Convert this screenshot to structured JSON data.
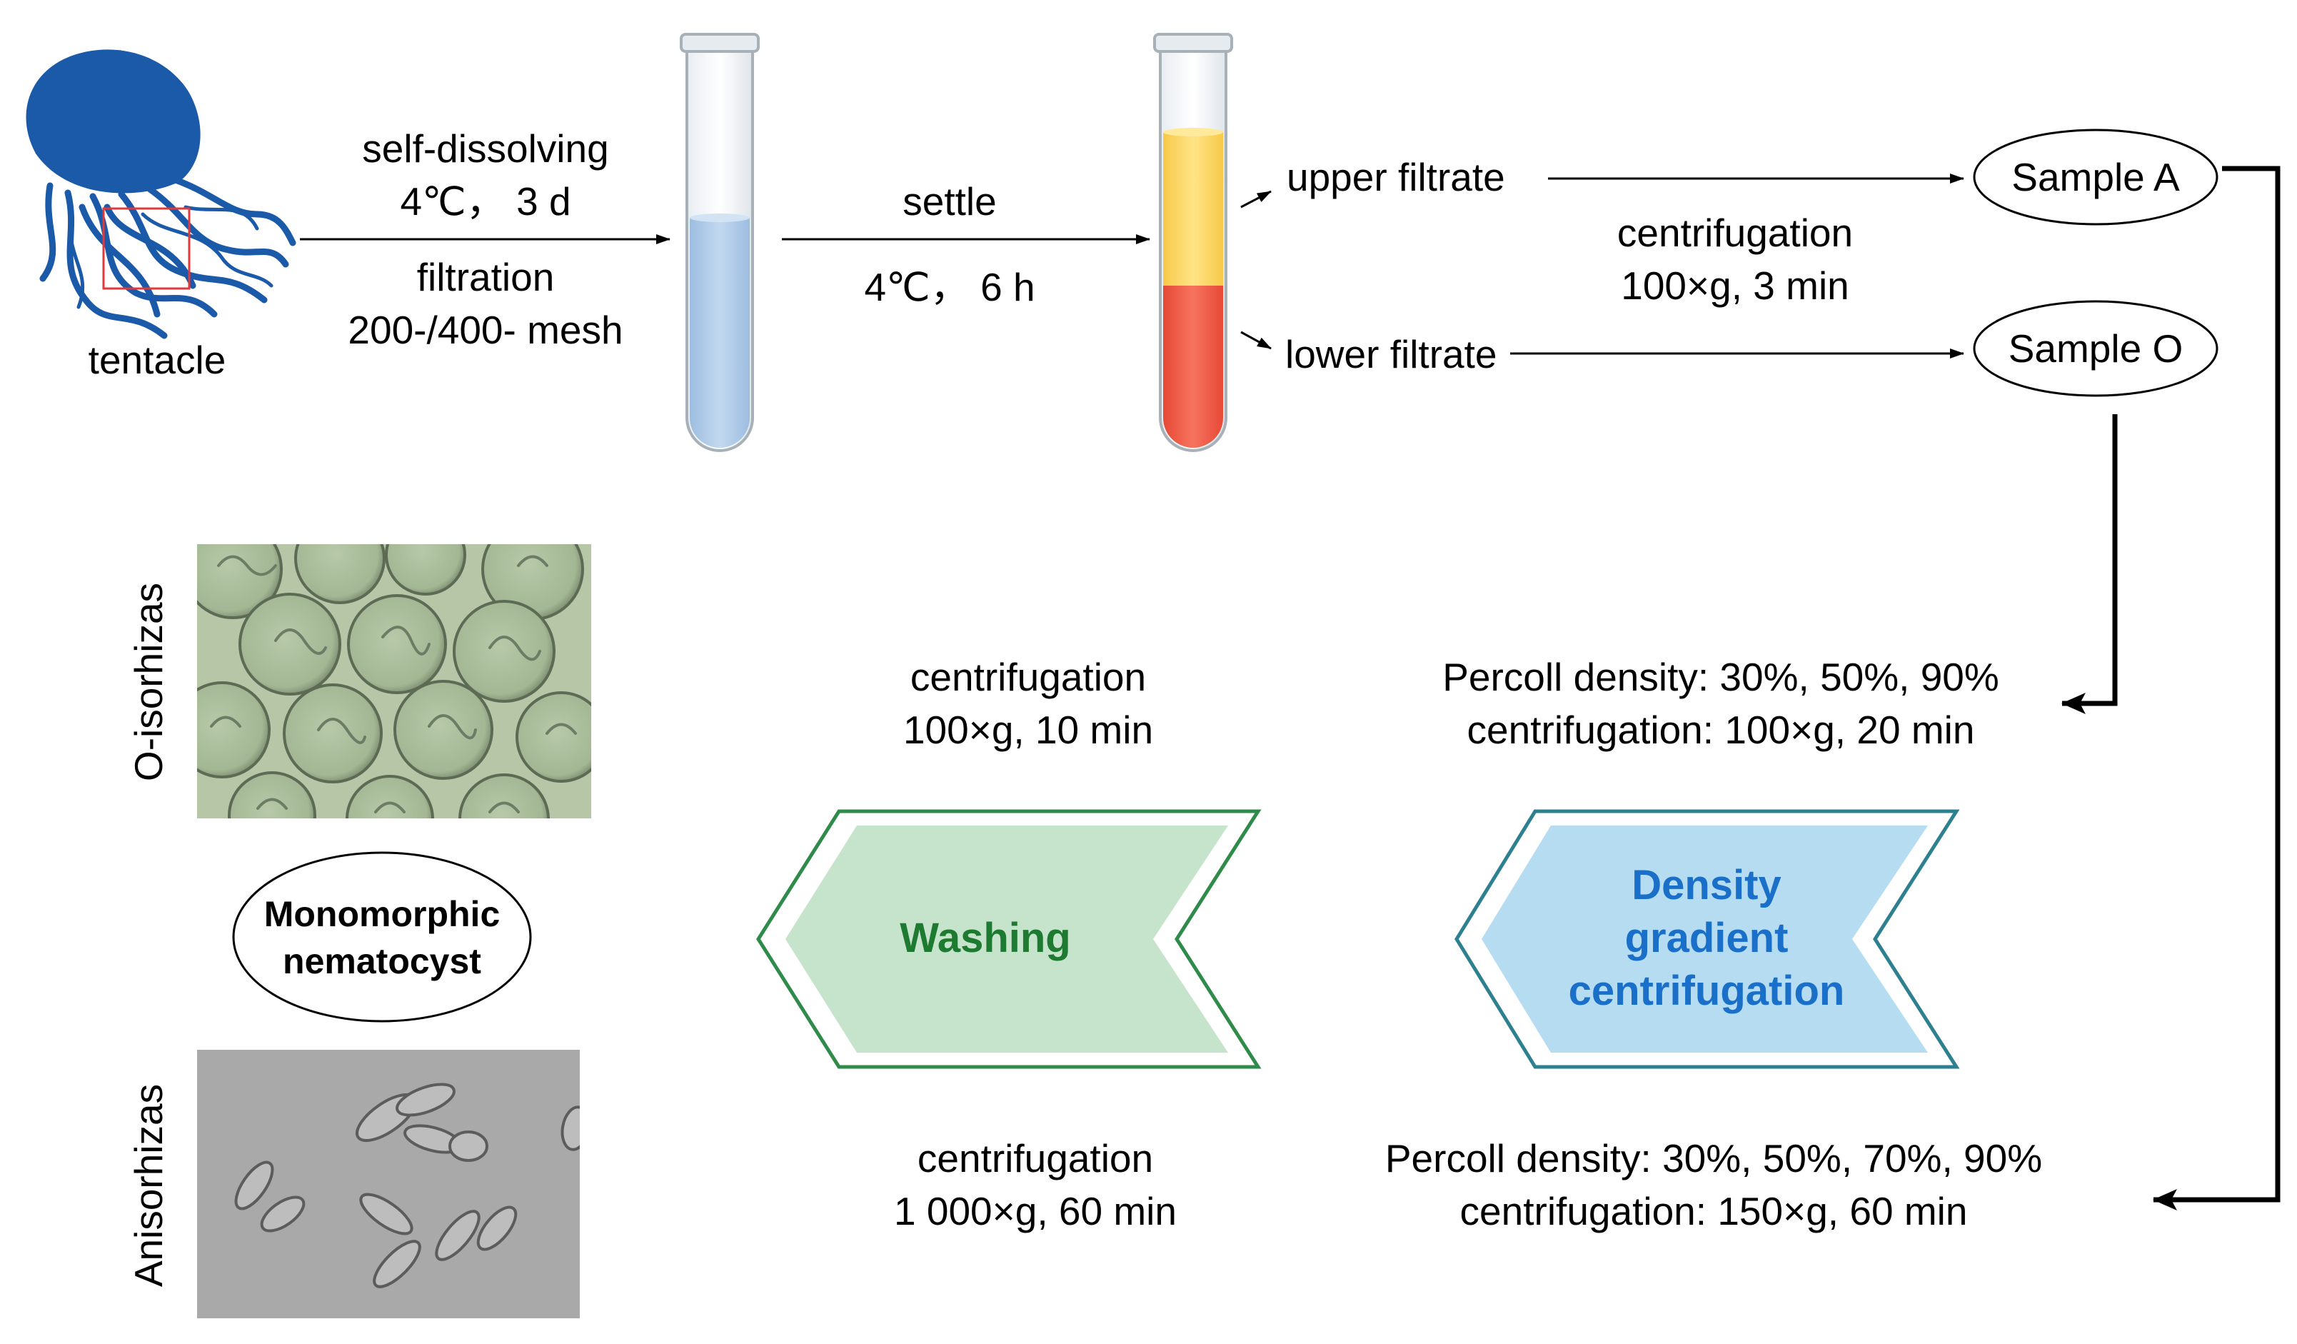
{
  "labels": {
    "tentacle": "tentacle",
    "step1_top_1": "self-dissolving",
    "step1_top_2": "4℃， 3 d",
    "step1_bot_1": "filtration",
    "step1_bot_2": "200-/400- mesh",
    "step2_top": "settle",
    "step2_bot": "4℃， 6 h",
    "upper_filtrate": "upper filtrate",
    "lower_filtrate": "lower filtrate",
    "split_cond_1": "centrifugation",
    "split_cond_2": "100×g, 3 min",
    "sample_a": "Sample A",
    "sample_o": "Sample O",
    "percoll_o_1": "Percoll density: 30%, 50%, 90%",
    "percoll_o_2": "centrifugation: 100×g, 20 min",
    "percoll_a_1": "Percoll density: 30%, 50%, 70%, 90%",
    "percoll_a_2": "centrifugation: 150×g, 60 min",
    "wash_o_1": "centrifugation",
    "wash_o_2": "100×g, 10 min",
    "wash_a_1": "centrifugation",
    "wash_a_2": "1 000×g, 60 min",
    "washing": "Washing",
    "density_1": "Density",
    "density_2": "gradient",
    "density_3": "centrifugation",
    "monomorphic_1": "Monomorphic",
    "monomorphic_2": "nematocyst",
    "o_isorhizas": "O-isorhizas",
    "anisorhizas": "Anisorhizas"
  },
  "colors": {
    "jellyfish": "#1a5aa8",
    "highlight_box": "#e23a3a",
    "tube_liquid_blue": "#b3cfec",
    "tube_upper_yellow": "#fddb6a",
    "tube_lower_red": "#f05e48",
    "washing_fill": "#c6e3cc",
    "washing_border": "#2e8b4a",
    "washing_text": "#1d7a30",
    "density_fill": "#b5dcf0",
    "density_border": "#2c8090",
    "density_text": "#1a6fc8"
  },
  "icons": {
    "jellyfish": "jellyfish-icon",
    "test_tube_1": "test-tube-icon",
    "test_tube_2": "test-tube-icon"
  }
}
